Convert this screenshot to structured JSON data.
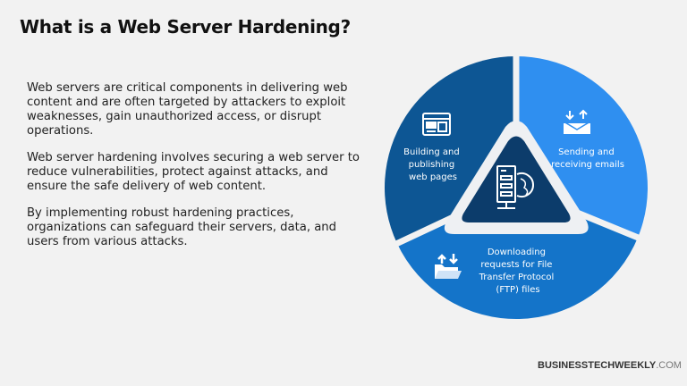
{
  "title": "What is a Web Server Hardening?",
  "paragraphs": [
    " Web servers are critical components in delivering web content and are often targeted by attackers to exploit weaknesses, gain unauthorized access, or disrupt operations.",
    "Web server hardening involves securing a web server to reduce vulnerabilities, protect against attacks, and ensure the safe delivery of web content.",
    "By implementing robust hardening practices, organizations can safeguard their servers, data, and users from various attacks."
  ],
  "diagram": {
    "segments": [
      {
        "icon": "web-page-layout-icon",
        "lines": [
          "Building and",
          "publishing",
          "web pages"
        ],
        "color": "#0d5694"
      },
      {
        "icon": "email-envelope-icon",
        "lines": [
          "Sending and",
          "receiving emails"
        ],
        "color": "#2f8ff0"
      },
      {
        "icon": "folder-transfer-icon",
        "lines": [
          "Downloading",
          "requests for File",
          "Transfer Protocol",
          "(FTP) files"
        ],
        "color": "#1474c9"
      }
    ],
    "center_icon": "web-server-globe-icon",
    "center_color": "#0c3c6b"
  },
  "brand": {
    "name": "BUSINESSTECHWEEKLY",
    "suffix": ".COM"
  }
}
